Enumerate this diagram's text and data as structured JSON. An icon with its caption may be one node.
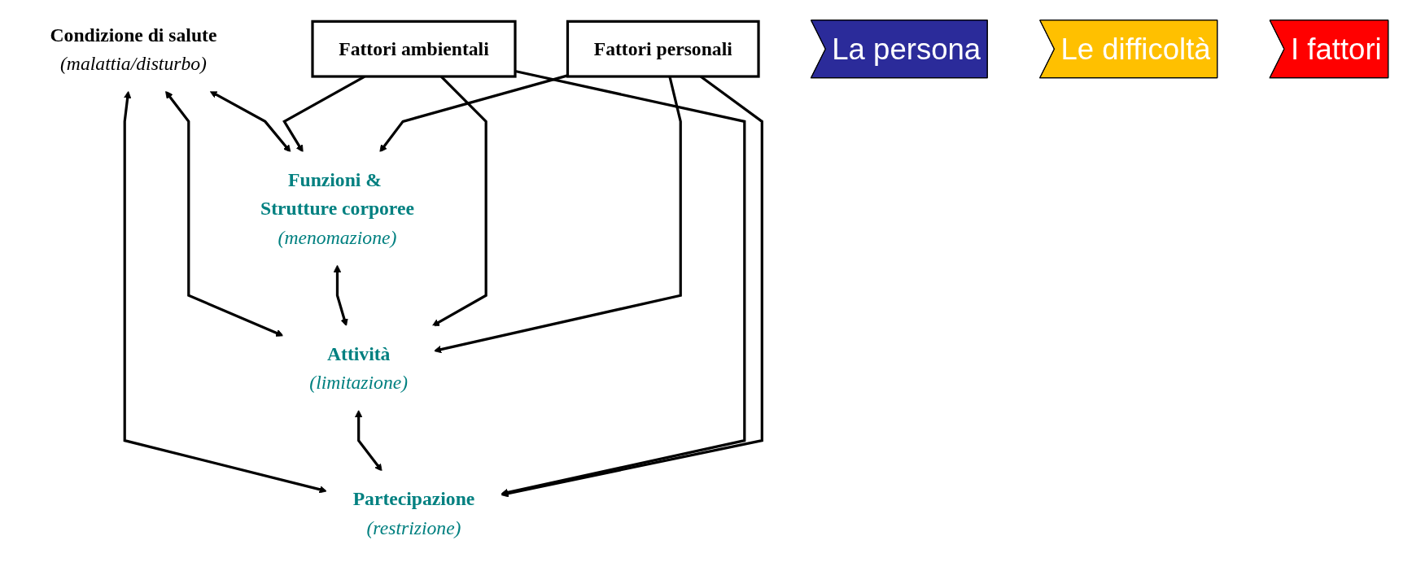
{
  "diagram": {
    "nodes": [
      {
        "text": [
          "Condizione di salute",
          "(malattia/disturbo)"
        ]
      },
      {
        "text": [
          "Funzioni & Strutture corporee",
          "(menomazione)"
        ]
      },
      {
        "text": [
          "Attività",
          "(limitazione)"
        ]
      },
      {
        "text": [
          "Partecipazione",
          "(restrizione)"
        ]
      },
      {
        "text": [
          "Fattori ambientali"
        ]
      },
      {
        "text": [
          "Fattori personali"
        ]
      },
      {
        "text": [
          "La persona"
        ]
      },
      {
        "text": [
          "Le difficoltà"
        ]
      },
      {
        "text": [
          "I fattori"
        ]
      }
    ],
    "edges": [
      {
        "from": 0,
        "to": 1,
        "arrow": "both"
      },
      {
        "from": 0,
        "to": 2,
        "arrow": "both"
      },
      {
        "from": 0,
        "to": 3,
        "arrow": "both"
      },
      {
        "from": 1,
        "to": 2,
        "arrow": "both"
      },
      {
        "from": 2,
        "to": 3,
        "arrow": "both"
      },
      {
        "from": 4,
        "to": 1,
        "arrow": "to"
      },
      {
        "from": 4,
        "to": 2,
        "arrow": "to"
      },
      {
        "from": 4,
        "to": 3,
        "arrow": "to"
      },
      {
        "from": 5,
        "to": 1,
        "arrow": "to"
      },
      {
        "from": 5,
        "to": 2,
        "arrow": "to"
      },
      {
        "from": 5,
        "to": 3,
        "arrow": "to"
      }
    ]
  }
}
